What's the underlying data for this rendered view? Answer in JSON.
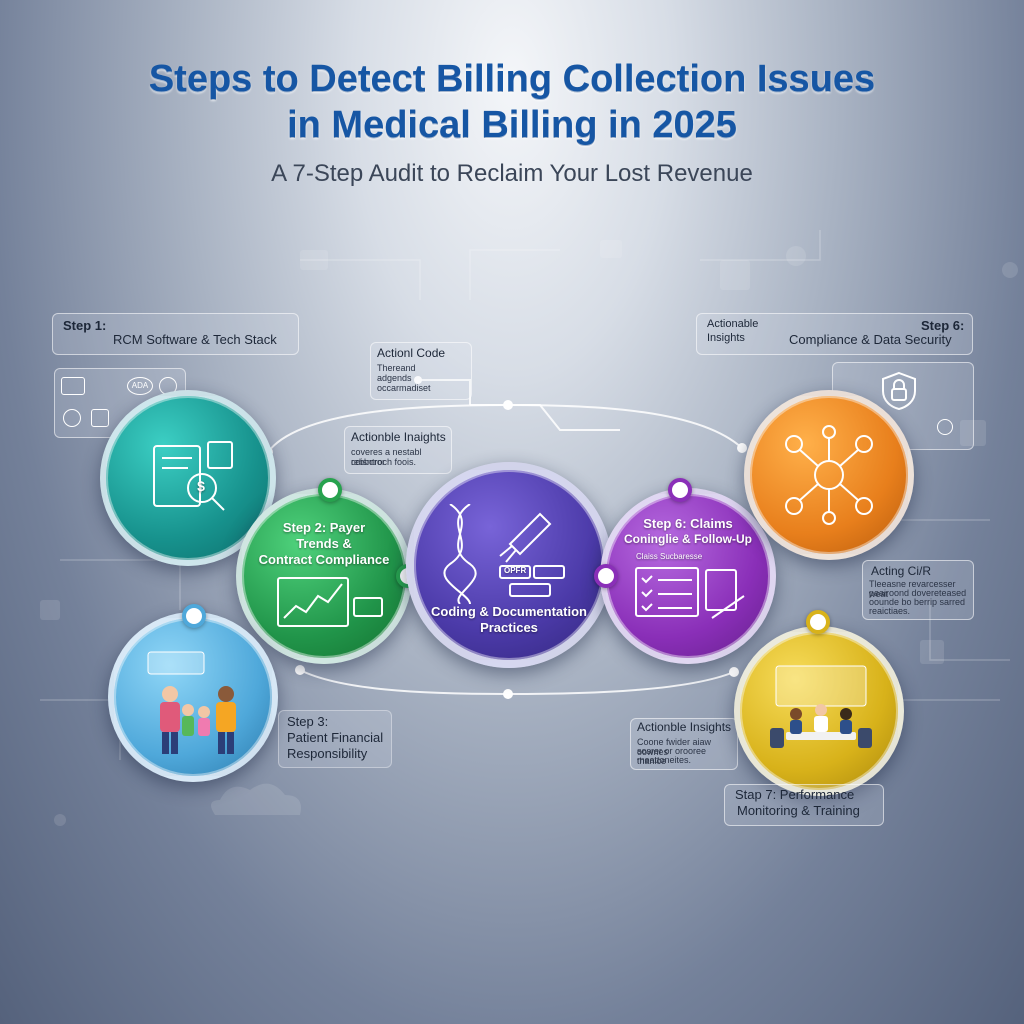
{
  "header": {
    "title_line1": "Steps to Detect Billing Collection Issues",
    "title_line2": "in Medical Billing in 2025",
    "subtitle": "A 7-Step Audit to Reclaim Your Lost Revenue"
  },
  "steps": {
    "step1": {
      "num": "Step 1:",
      "label": "RCM Software & Tech Stack"
    },
    "step2": {
      "line1": "Step 2: Payer",
      "line2": "Trends &",
      "line3": "Contract Compliance"
    },
    "center": {
      "line1": "Coding & Documentation",
      "line2": "Practices"
    },
    "step3": {
      "line1": "Step 3:",
      "line2": "Patient Financial",
      "line3": "Responsibility"
    },
    "step5": {
      "line1": "Step 6: Claims",
      "line2": "Coninglie & Follow-Up"
    },
    "step6": {
      "num": "Step 6:",
      "label": "Compliance & Data Security",
      "side": "Actionable",
      "side2": "Insights"
    },
    "step7": {
      "line1": "Stap 7: Performance",
      "line2": "Monitoring & Training"
    }
  },
  "callouts": {
    "action_code": {
      "title": "Actionl Code",
      "l1": "Thereand",
      "l2": "adgends",
      "l3": "occarmadiset"
    },
    "insights_top": {
      "title": "Actionble Inaights",
      "l1": "coveres a nestabl rebboror",
      "l2": "coisntroch foois."
    },
    "acting": {
      "title": "Acting Ci/R",
      "l1": "Tleeasne revarcesser weat",
      "l2": "peairoond dovereteased",
      "l3": "oounde bo berrip sarred",
      "l4": "reaictiaes."
    },
    "insights_bottom": {
      "title": "Actionble Insights",
      "l1": "Coone fwider aiaw oownes",
      "l2": "sosrer or orooree thanice",
      "l3": "meattoneites."
    }
  },
  "icon_text": {
    "dollar": "$",
    "opfr": "OPFR",
    "claims_sub": "Claiss Sucbaresse",
    "rcm_tag": "ADA"
  },
  "colors": {
    "title": "#1656a4",
    "teal": "#1b9a94",
    "green": "#27a24e",
    "purple": "#4b3aa8",
    "violet": "#8a2fb8",
    "orange": "#e87f1c",
    "blue": "#5ab2e2",
    "yellow": "#d8b21a"
  }
}
